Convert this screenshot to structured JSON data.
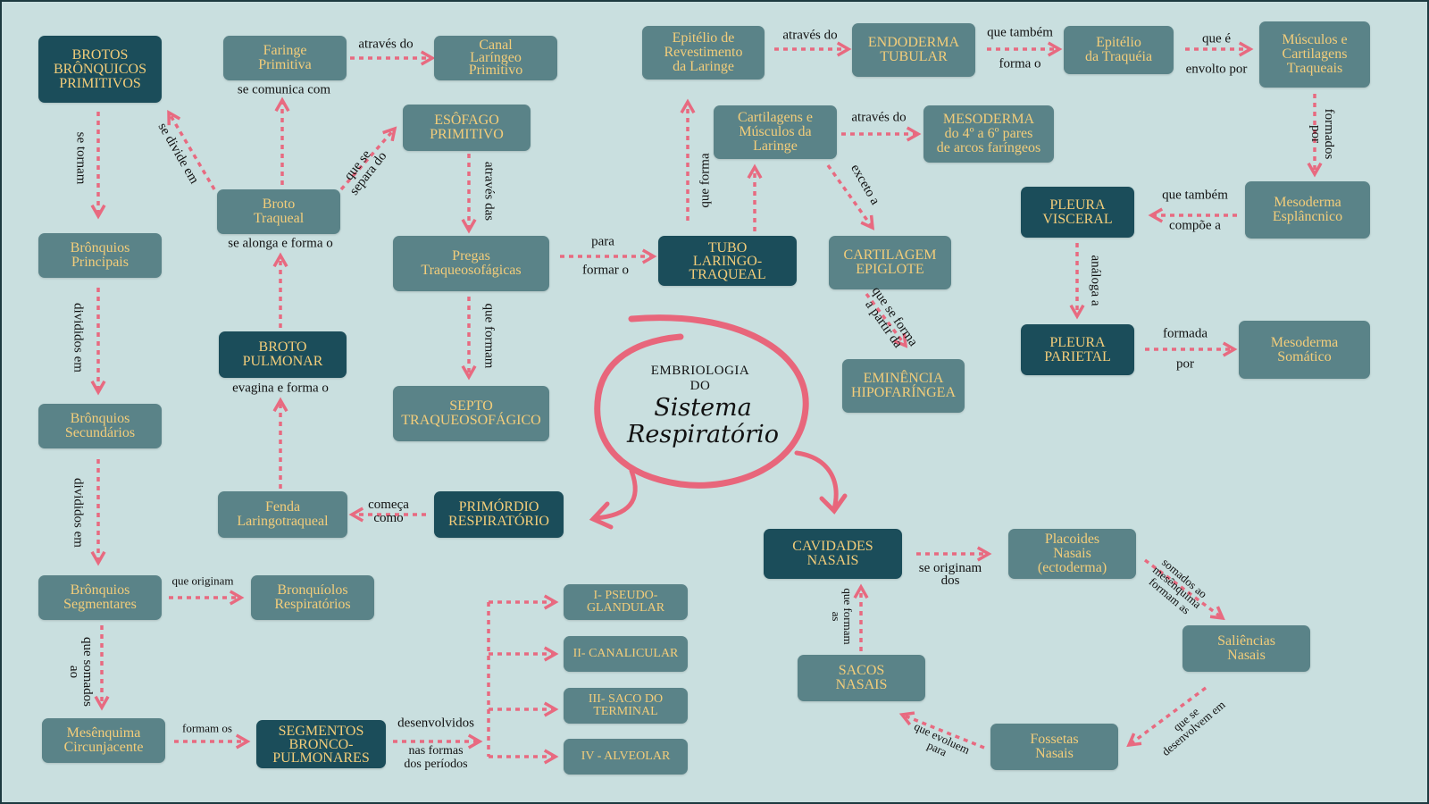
{
  "center": {
    "title": "EMBRIOLOGIA\nDO",
    "subtitle": "Sistema\nRespiratório"
  },
  "colors": {
    "background": "#c9dfdf",
    "node": "#5a8388",
    "node_dark": "#1b4d5a",
    "node_text": "#f3cd7a",
    "arrow": "#e86a80"
  },
  "nodes": [
    {
      "text": "BROTOS\nBRÔNQUICOS\nPRIMITIVOS"
    },
    {
      "text": "Faringe\nPrimitiva"
    },
    {
      "text": "Canal\nLaríngeo\nPrimitivo"
    },
    {
      "text": "ESÔFAGO\nPRIMITIVO"
    },
    {
      "text": "Broto\nTraqueal"
    },
    {
      "text": "Brônquios\nPrincipais"
    },
    {
      "text": "Pregas\nTraqueosofágicas"
    },
    {
      "text": "BROTO\nPULMONAR"
    },
    {
      "text": "SEPTO\nTRAQUEOSOFÁGICO"
    },
    {
      "text": "Brônquios\nSecundários"
    },
    {
      "text": "Fenda\nLaringotraqueal"
    },
    {
      "text": "PRIMÓRDIO\nRESPIRATÓRIO"
    },
    {
      "text": "Brônquios\nSegmentares"
    },
    {
      "text": "Bronquíolos\nRespiratórios"
    },
    {
      "text": "Mesênquima\nCircunjacente"
    },
    {
      "text": "SEGMENTOS\nBRONCO-\nPULMONARES"
    },
    {
      "text": "I- PSEUDO-\nGLANDULAR"
    },
    {
      "text": "II- CANALICULAR"
    },
    {
      "text": "III- SACO DO\nTERMINAL"
    },
    {
      "text": "IV - ALVEOLAR"
    },
    {
      "text": "Epitélio de\nRevestimento\nda Laringe"
    },
    {
      "text": "ENDODERMA\nTUBULAR"
    },
    {
      "text": "Epitélio\nda Traquéia"
    },
    {
      "text": "Músculos e\nCartilagens\nTraqueais"
    },
    {
      "text": "Cartilagens e\nMúsculos da\nLaringe"
    },
    {
      "text": "MESODERMA\ndo 4º a 6º pares\nde arcos faríngeos"
    },
    {
      "text": "TUBO\nLARINGO-\nTRAQUEAL"
    },
    {
      "text": "CARTILAGEM\nEPIGLOTE"
    },
    {
      "text": "EMINÊNCIA\nHIPOFARÍNGEA"
    },
    {
      "text": "PLEURA\nVISCERAL"
    },
    {
      "text": "Mesoderma\nEsplâncnico"
    },
    {
      "text": "PLEURA\nPARIETAL"
    },
    {
      "text": "Mesoderma\nSomático"
    },
    {
      "text": "CAVIDADES\nNASAIS"
    },
    {
      "text": "Placoides\nNasais\n(ectoderma)"
    },
    {
      "text": "Saliências\nNasais"
    },
    {
      "text": "SACOS\nNASAIS"
    },
    {
      "text": "Fossetas\nNasais"
    }
  ],
  "labels": [
    "se tornam",
    "divididos em",
    "divididos em",
    "que somados\nao",
    "que originam",
    "formam os",
    "desenvolvidos",
    "nas formas\ndos períodos",
    "através do",
    "se comunica com",
    "se divide em",
    "que se\nsepara do",
    "se alonga e forma o",
    "através das",
    "que formam",
    "evagina e forma o",
    "começa\ncomo",
    "para",
    "formar o",
    "que forma",
    "através do",
    "exceto a",
    "que se forma\na partir da",
    "através do",
    "que também",
    "forma o",
    "que é",
    "envolto por",
    "formados\npor",
    "que também",
    "compõe a",
    "análoga a",
    "formada",
    "por",
    "se originam\ndos",
    "que formam\nas",
    "somados ao\nmesênquima\nformam as",
    "que se\ndesenvolvem em",
    "que evoluem\npara"
  ]
}
